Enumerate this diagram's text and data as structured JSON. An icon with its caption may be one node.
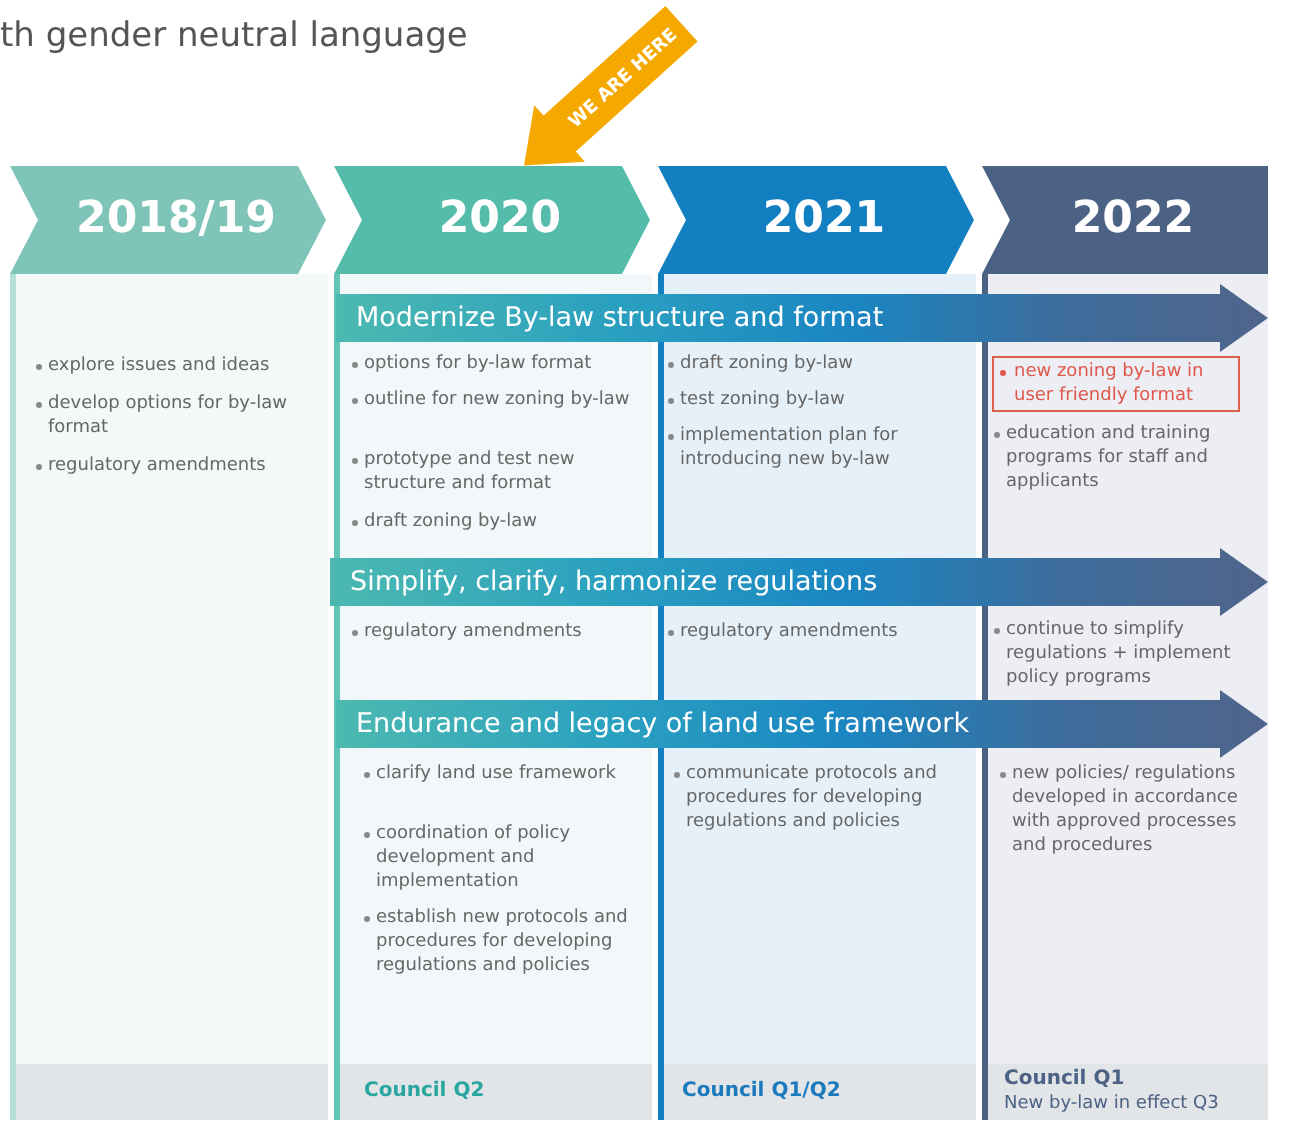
{
  "diagram": {
    "title": "th gender neutral language",
    "nodes": [
      {
        "text": [
          "WE ARE HERE"
        ]
      },
      {
        "text": [
          "2018/19"
        ]
      },
      {
        "text": [
          "2020"
        ]
      },
      {
        "text": [
          "2021"
        ]
      },
      {
        "text": [
          "2022"
        ]
      },
      {
        "text": [
          "explore issues and ideas",
          "develop options for by-law format",
          "regulatory amendments"
        ]
      },
      {
        "text": [
          "options for by-law format",
          "outline for new zoning by-law",
          "prototype and test new structure and format",
          "draft zoning by-law",
          "regulatory amendments",
          "clarify land use framework",
          "coordination of policy development and implementation",
          "establish new protocols and procedures for developing regulations and policies",
          "Council Q2"
        ]
      },
      {
        "text": [
          "draft zoning by-law",
          "test zoning by-law",
          "implementation plan for introducing new by-law",
          "regulatory amendments",
          "communicate protocols and procedures for developing regulations and policies",
          "Council Q1/Q2"
        ]
      },
      {
        "text": [
          "education and training programs for staff and applicants",
          "continue to simplify regulations + implement policy programs",
          "new policies/ regulations developed in accordance with approved processes and procedures",
          "Council Q1",
          "New by-law in effect Q3"
        ]
      },
      {
        "text": [
          "new zoning by-law in user friendly format"
        ],
        "in": 8
      },
      {
        "text": [
          "Modernize By-law structure and format"
        ]
      },
      {
        "text": [
          "Simplify, clarify, harmonize regulations"
        ]
      },
      {
        "text": [
          "Endurance and legacy of land use framework"
        ]
      }
    ]
  }
}
